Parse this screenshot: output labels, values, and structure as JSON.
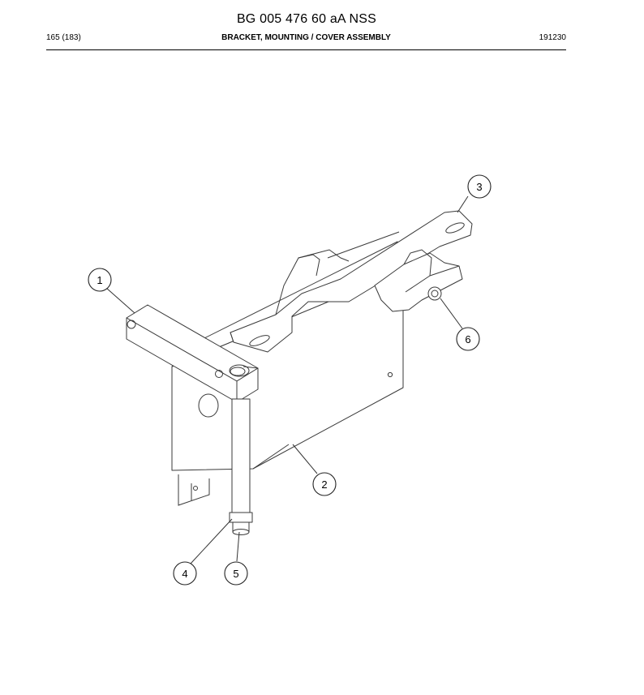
{
  "header": {
    "title": "BG 005 476 60 aA NSS",
    "page": "165 (183)",
    "section": "BRACKET, MOUNTING / COVER ASSEMBLY",
    "date_code": "191230"
  },
  "callouts": [
    "1",
    "2",
    "3",
    "4",
    "5",
    "6"
  ]
}
